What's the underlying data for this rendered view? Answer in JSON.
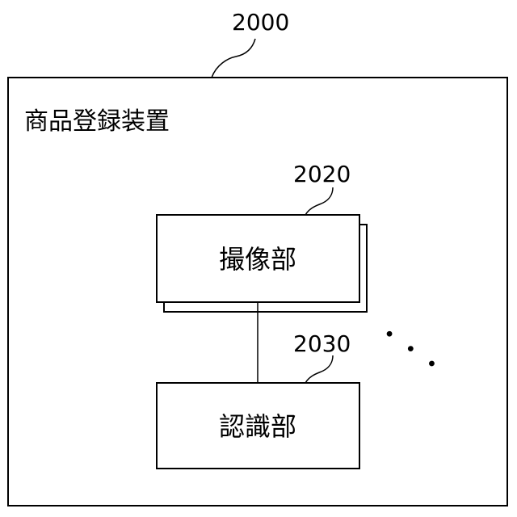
{
  "device": {
    "ref": "2000",
    "title": "商品登録装置"
  },
  "camera_unit": {
    "ref": "2020",
    "label": "撮像部"
  },
  "recognition_unit": {
    "ref": "2030",
    "label": "認識部"
  },
  "continuation_marker": "・・・"
}
